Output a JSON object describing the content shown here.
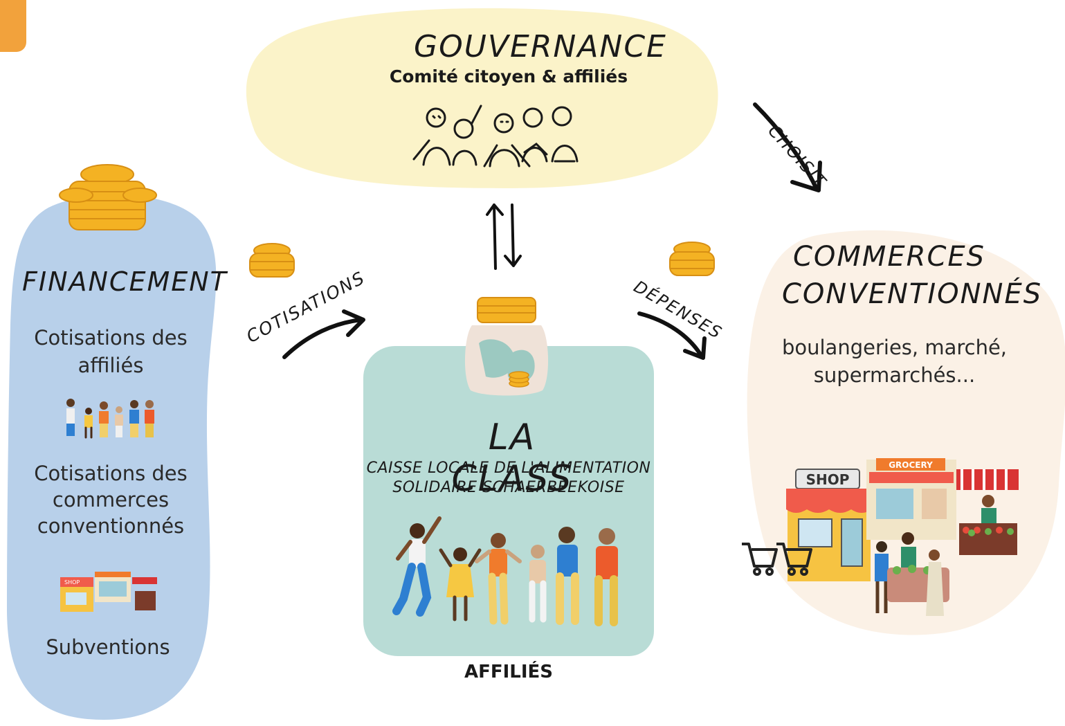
{
  "governance": {
    "title": "GOUVERNANCE",
    "subtitle": "Comité citoyen & affiliés"
  },
  "financing": {
    "title": "FINANCEMENT",
    "item1": "Cotisations des affiliés",
    "item2": "Cotisations des commerces conventionnés",
    "item3": "Subventions"
  },
  "center": {
    "title": "LA CLASS",
    "subtitle_line1": "CAISSE LOCALE DE L'ALIMENTATION",
    "subtitle_line2": "SOLIDAIRE SCHAERBEEKOISE",
    "caption": "AFFILIÉS"
  },
  "shops": {
    "title_line1": "COMMERCES",
    "title_line2": "CONVENTIONNÉS",
    "desc_line1": "boulangeries, marché,",
    "desc_line2": "supermarchés...",
    "shop_sign": "SHOP",
    "grocery_sign": "GROCERY"
  },
  "arrows": {
    "cotisations": "COTISATIONS",
    "depenses": "DÉPENSES",
    "choisit": "CHOISIT"
  },
  "colors": {
    "governance_bg": "#fbf3c9",
    "financing_bg": "#b8d0ea",
    "center_bg": "#b9dcd6",
    "shops_bg": "#fbf1e6",
    "coin": "#f4b223",
    "corner_tab": "#f2a23c"
  }
}
